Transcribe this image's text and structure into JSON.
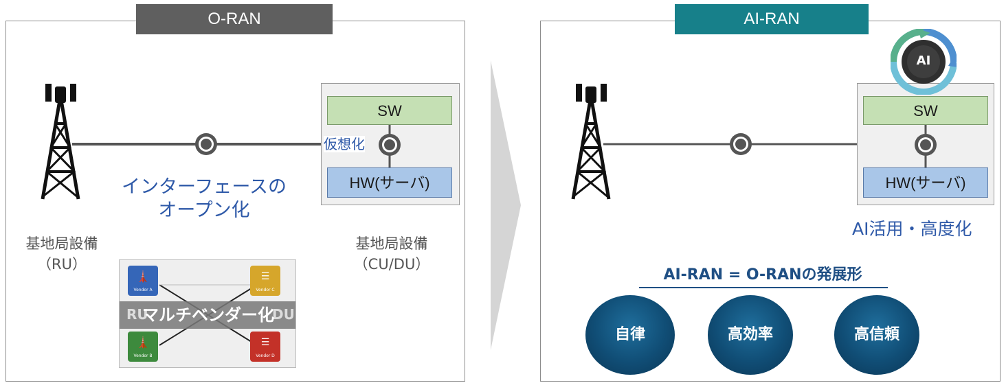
{
  "left": {
    "tab": "O-RAN",
    "sw": "SW",
    "hw": "HW(サーバ)",
    "virtualization": "仮想化",
    "interface_line1": "インターフェースの",
    "interface_line2": "オープン化",
    "ru_label_1": "基地局設備",
    "ru_label_2": "（RU）",
    "cudu_label_1": "基地局設備",
    "cudu_label_2": "（CU/DU）",
    "multivendor": "マルチベンダー化",
    "multivendor_bg_left": "RU",
    "multivendor_bg_right": "DU",
    "vendor_a": "Vendor A",
    "vendor_b": "Vendor B",
    "vendor_c": "Vendor C",
    "vendor_d": "Vendor D"
  },
  "right": {
    "tab": "AI-RAN",
    "sw": "SW",
    "hw": "HW(サーバ)",
    "ai_badge": "AI",
    "ai_usage": "AI活用・高度化",
    "headline": "AI-RAN = O-RANの発展形",
    "circles": [
      "自律",
      "高効率",
      "高信頼"
    ]
  },
  "colors": {
    "oran_tab": "#5f5f5f",
    "airan_tab": "#17808a",
    "sw_fill": "#c5e0b4",
    "hw_fill": "#a9c6e8",
    "blue_text": "#2e59a8",
    "circle_fill": "#104d75"
  }
}
